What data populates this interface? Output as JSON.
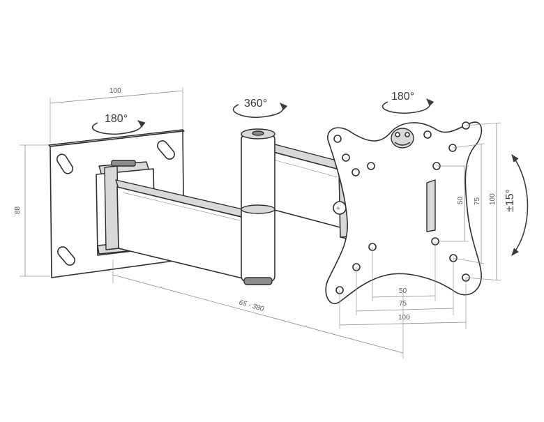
{
  "rotations": {
    "wall_plate": "180°",
    "arm_joint": "360°",
    "vesa_plate": "180°",
    "tilt": "±15°"
  },
  "dimensions": {
    "wall_plate_width": "100",
    "wall_plate_height": "88",
    "extension": "65 - 380",
    "vesa_vertical_inner": "50",
    "vesa_vertical_mid": "75",
    "vesa_vertical_outer": "100",
    "vesa_horizontal_inner": "50",
    "vesa_horizontal_mid": "75",
    "vesa_horizontal_outer": "100"
  },
  "colors": {
    "line": "#2e2e2e",
    "dimension": "#8a8a8a",
    "metal_shade": "#d9d9d9"
  }
}
